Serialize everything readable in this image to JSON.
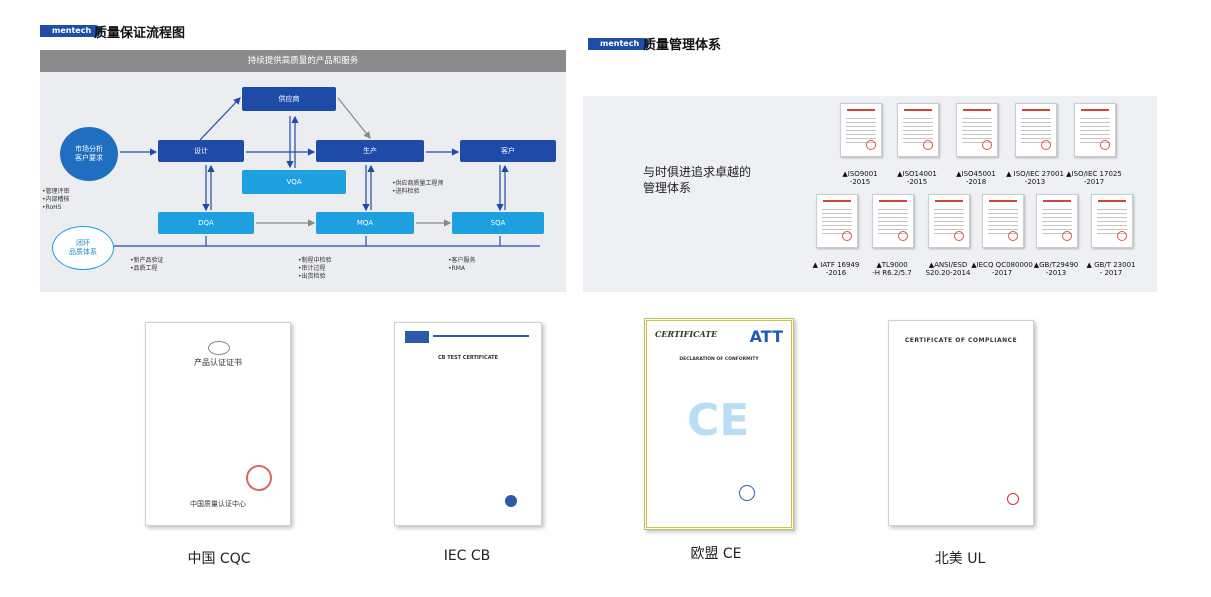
{
  "left_section": {
    "brand": "mentech",
    "title": "质量保证流程图"
  },
  "right_section": {
    "brand": "mentech",
    "title": "质量管理体系"
  },
  "flow": {
    "banner": "持续提供高质量的产品和服务",
    "nodes": {
      "supplier": "供应商",
      "market": "市场分析\n客户要求",
      "design": "设计",
      "production": "生产",
      "customer": "客户",
      "vqa": "VQA",
      "dqa": "DQA",
      "mqa": "MQA",
      "sqa": "SQA",
      "closed_loop": "闭环\n品质体系"
    },
    "notes": {
      "left": "•管理评审\n•内部稽核\n•RoHS",
      "vqa_side": "•供应商质量工程师\n•进料检验",
      "dqa_bottom": "•新产品验证\n•品质工程",
      "mqa_bottom": "•制程中检验\n•审计过程\n•出货检验",
      "sqa_bottom": "•客户服务\n•RMA"
    }
  },
  "qms": {
    "slogan": "与时俱进追求卓越的\n管理体系",
    "certs_row1": [
      "▲ISO9001\n-2015",
      "▲ISO14001\n-2015",
      "▲ISO45001\n-2018",
      "▲ ISO/IEC 27001\n-2013",
      "▲ISO/IEC 17025\n-2017"
    ],
    "certs_row2": [
      "▲ IATF 16949\n-2016",
      "▲TL9000\n-H R6.2/5.7",
      "▲ANSI/ESD\nS20.20-2014",
      "▲IECQ QC080000\n-2017",
      "▲GB/T29490\n-2013",
      "▲ GB/T 23001\n- 2017"
    ]
  },
  "certificates": [
    {
      "label": "中国 CQC",
      "heading": "产品认证证书",
      "footer": "中国质量认证中心"
    },
    {
      "label": "IEC CB",
      "heading": "CB TEST CERTIFICATE"
    },
    {
      "label": "欧盟 CE",
      "heading": "CERTIFICATE",
      "brand": "ATT",
      "sub": "DECLARATION OF CONFORMITY"
    },
    {
      "label": "北美 UL",
      "heading": "CERTIFICATE OF COMPLIANCE"
    }
  ]
}
